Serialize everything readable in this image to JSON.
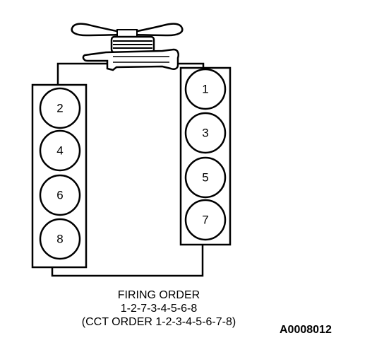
{
  "cylinders": {
    "left_bank": [
      "2",
      "4",
      "6",
      "8"
    ],
    "right_bank": [
      "1",
      "3",
      "5",
      "7"
    ]
  },
  "caption": {
    "title": "FIRING ORDER",
    "order": "1-2-7-3-4-5-6-8",
    "cct_order": "(CCT ORDER 1-2-3-4-5-6-7-8)"
  },
  "reference_code": "A0008012"
}
